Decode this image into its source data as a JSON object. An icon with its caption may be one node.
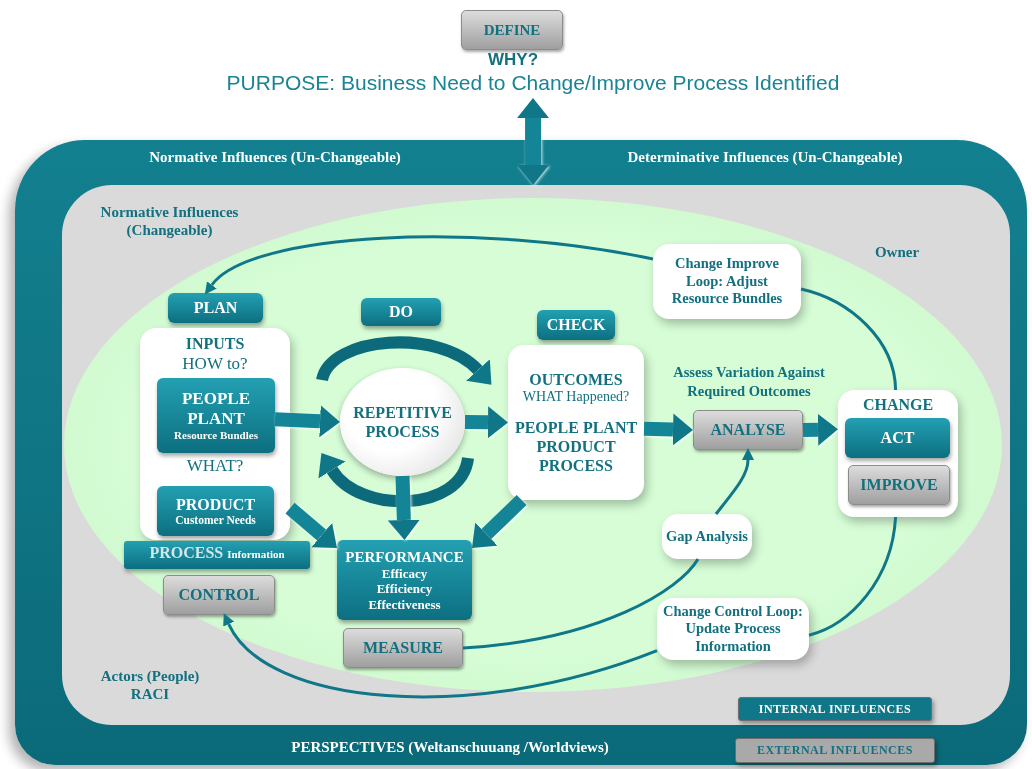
{
  "diagram": {
    "nodes": [
      {
        "text": [
          "Normative Influences (Un-Changeable)",
          "Determinative Influences (Un-Changeable)",
          "PERSPECTIVES (Weltanschuuang /Worldviews)"
        ]
      },
      {
        "text": [
          "Normative Influences (Changeable)",
          "Owner",
          "Actors (People) RACI"
        ],
        "in": 0
      },
      {
        "text": [
          "DEFINE"
        ],
        "beside": [
          "WHY?"
        ]
      },
      {
        "text": [
          "PURPOSE: Business Need to Change/Improve Process Identified"
        ]
      },
      {
        "text": [
          "PLAN"
        ],
        "in": 1
      },
      {
        "text": [
          "INPUTS",
          "HOW to?",
          "WHAT?"
        ],
        "in": 1
      },
      {
        "text": [
          "PEOPLE PLANT",
          "Resource Bundles"
        ],
        "in": 5
      },
      {
        "text": [
          "PRODUCT",
          "Customer Needs"
        ],
        "in": 5
      },
      {
        "text": [
          "PROCESS",
          "Information"
        ],
        "in": 1
      },
      {
        "text": [
          "CONTROL"
        ],
        "in": 1
      },
      {
        "text": [
          "DO"
        ],
        "in": 1
      },
      {
        "text": [
          "REPETITIVE PROCESS"
        ],
        "in": 1
      },
      {
        "text": [
          "PERFORMANCE",
          "Efficacy",
          "Efficiency",
          "Effectiveness"
        ],
        "in": 1
      },
      {
        "text": [
          "MEASURE"
        ],
        "in": 1
      },
      {
        "text": [
          "CHECK"
        ],
        "in": 1
      },
      {
        "text": [
          "OUTCOMES",
          "WHAT Happened?",
          "PEOPLE PLANT PRODUCT PROCESS"
        ],
        "in": 1
      },
      {
        "text": [
          "Change Improve Loop: Adjust Resource Bundles"
        ],
        "in": 1
      },
      {
        "text": [
          "ANALYSE"
        ],
        "in": 1,
        "beside": [
          "Assess Variation Against Required Outcomes"
        ]
      },
      {
        "text": [
          "Gap Analysis"
        ],
        "in": 1
      },
      {
        "text": [
          "CHANGE"
        ],
        "in": 1
      },
      {
        "text": [
          "ACT"
        ],
        "in": 19
      },
      {
        "text": [
          "IMPROVE"
        ],
        "in": 19
      },
      {
        "text": [
          "Change Control Loop: Update Process Information"
        ],
        "in": 1
      }
    ],
    "edges": [
      {
        "from": 3,
        "to": 1,
        "arrow": "both"
      },
      {
        "from": 6,
        "to": 11,
        "arrow": "to"
      },
      {
        "from": 11,
        "to": 15,
        "arrow": "to"
      },
      {
        "from": 15,
        "to": 17,
        "arrow": "to"
      },
      {
        "from": 17,
        "to": 19,
        "arrow": "to"
      },
      {
        "from": 5,
        "to": 12,
        "arrow": "to"
      },
      {
        "from": 11,
        "to": 12,
        "arrow": "to"
      },
      {
        "from": 15,
        "to": 12,
        "arrow": "to"
      },
      {
        "from": 19,
        "to": 16,
        "arrow": "none"
      },
      {
        "from": 16,
        "to": 4,
        "arrow": "to"
      },
      {
        "from": 19,
        "to": 22,
        "arrow": "none"
      },
      {
        "from": 22,
        "to": 9,
        "arrow": "to"
      },
      {
        "from": 13,
        "to": 18,
        "arrow": "none"
      },
      {
        "from": 18,
        "to": 17,
        "arrow": "to"
      }
    ],
    "legend": [
      {
        "text": "INTERNAL INFLUENCES",
        "color": "#0f7788"
      },
      {
        "text": "EXTERNAL INFLUENCES",
        "color": "#a9a9a9"
      }
    ]
  }
}
